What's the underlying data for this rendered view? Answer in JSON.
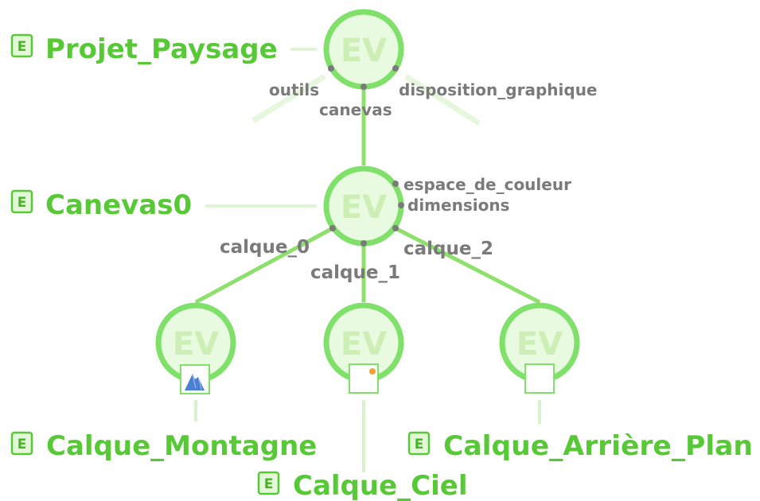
{
  "nodes": {
    "root": {
      "icon_text": "EV",
      "title": "Projet_Paysage",
      "badge": "E"
    },
    "canvas": {
      "icon_text": "EV",
      "title": "Canevas0",
      "badge": "E"
    },
    "layer0": {
      "icon_text": "EV",
      "title": "Calque_Montagne",
      "badge": "E",
      "thumbnail": "mountain-thumbnail"
    },
    "layer1": {
      "icon_text": "EV",
      "title": "Calque_Ciel",
      "badge": "E",
      "thumbnail": "sky-thumbnail"
    },
    "layer2": {
      "icon_text": "EV",
      "title": "Calque_Arrière_Plan",
      "badge": "E",
      "thumbnail": "blank-thumbnail"
    }
  },
  "edges": {
    "root_outils": "outils",
    "root_canevas": "canevas",
    "root_disposition": "disposition_graphique",
    "canvas_espace": "espace_de_couleur",
    "canvas_dimensions": "dimensions",
    "canvas_calque0": "calque_0",
    "canvas_calque1": "calque_1",
    "canvas_calque2": "calque_2"
  },
  "colors": {
    "node_ring": "#7fe06a",
    "node_fill": "#e8fadf",
    "node_text": "#cdeeb4",
    "edge": "#8ee06c",
    "edge_faint": "#dff5d5",
    "title": "#58c936",
    "edge_label": "#7a7a7a",
    "port_dot": "#7a7a7a",
    "sky_dot": "#f5a030",
    "mountain": "#4a7fd4"
  }
}
